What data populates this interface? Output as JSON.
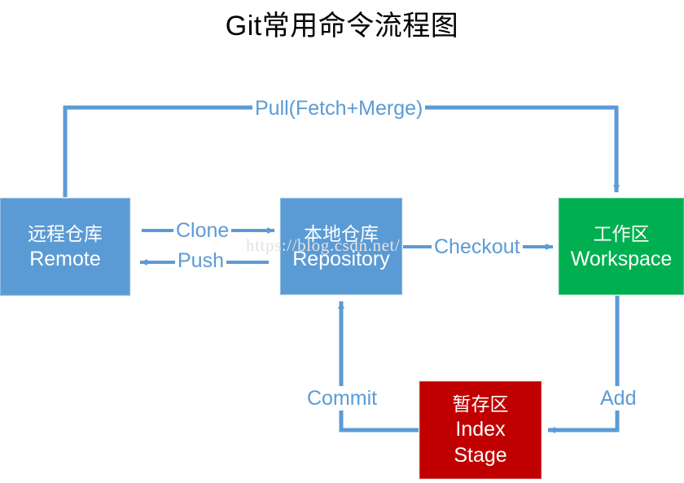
{
  "page": {
    "title": "Git常用命令流程图",
    "watermark": "https://blog.csdn.net/",
    "background_color": "#FFFFFF"
  },
  "palette": {
    "blue": "#5B9BD5",
    "green": "#00B050",
    "red": "#C00000",
    "arrow": "#5B9BD5",
    "node_text": "#FFFFFF",
    "title_text": "#000000"
  },
  "diagram": {
    "type": "flowchart",
    "nodes": [
      {
        "id": "remote",
        "label_cn": "远程仓库",
        "label_en": "Remote",
        "color": "#5B9BD5"
      },
      {
        "id": "repository",
        "label_cn": "本地仓库",
        "label_en": "Repository",
        "color": "#5B9BD5"
      },
      {
        "id": "workspace",
        "label_cn": "工作区",
        "label_en": "Workspace",
        "color": "#00B050"
      },
      {
        "id": "index",
        "label_cn": "暂存区",
        "label_en": "Index",
        "label_en2": "Stage",
        "color": "#C00000"
      }
    ],
    "edges": [
      {
        "id": "pull",
        "label": "Pull(Fetch+Merge)",
        "from": "remote",
        "to": "workspace"
      },
      {
        "id": "clone",
        "label": "Clone",
        "from": "remote",
        "to": "repository"
      },
      {
        "id": "push",
        "label": "Push",
        "from": "repository",
        "to": "remote"
      },
      {
        "id": "checkout",
        "label": "Checkout",
        "from": "repository",
        "to": "workspace"
      },
      {
        "id": "add",
        "label": "Add",
        "from": "workspace",
        "to": "index"
      },
      {
        "id": "commit",
        "label": "Commit",
        "from": "index",
        "to": "repository"
      }
    ]
  }
}
